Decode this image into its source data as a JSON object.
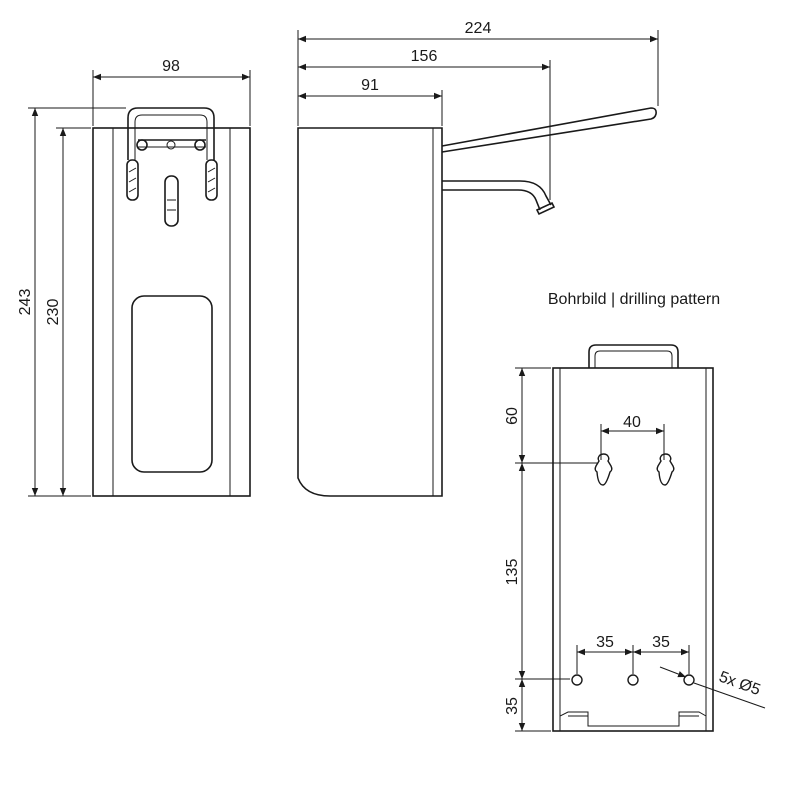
{
  "title": "Bohrbild | drilling pattern",
  "dimensions": {
    "front_width": "98",
    "total_height": "243",
    "body_height": "230",
    "depth_total": "224",
    "depth_spout": "156",
    "depth_body": "91",
    "top_to_hook_holes": "60",
    "hook_hole_spacing": "40",
    "hook_to_bottom_holes": "135",
    "bottom_hole_spacing_left": "35",
    "bottom_hole_spacing_right": "35",
    "bottom_holes_to_base": "35",
    "hole_spec": "5x Ø5"
  }
}
